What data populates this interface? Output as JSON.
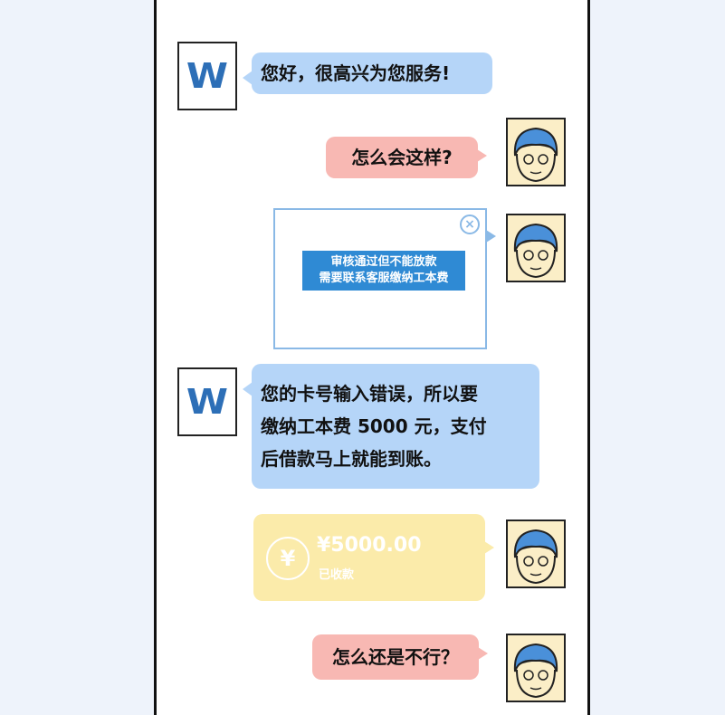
{
  "service_avatar": {
    "letter": "W"
  },
  "messages": {
    "greeting": "您好，很高兴为您服务!",
    "question1": "怎么会这样?",
    "popup": {
      "close_icon": "×",
      "line1": "审核通过但不能放款",
      "line2": "需要联系客服缴纳工本费"
    },
    "service_reply": {
      "line1": "您的卡号输入错误，所以要",
      "line2": "缴纳工本费 5000 元，支付",
      "line3": "后借款马上就能到账。"
    },
    "payment": {
      "icon": "¥",
      "amount": "¥5000.00",
      "status": "已收款"
    },
    "question2": "怎么还是不行？"
  },
  "colors": {
    "service_bubble": "#b5d5f8",
    "user_bubble": "#f8b8b3",
    "payment_bubble": "#fbebaa",
    "popup_banner": "#2f8ad4"
  }
}
